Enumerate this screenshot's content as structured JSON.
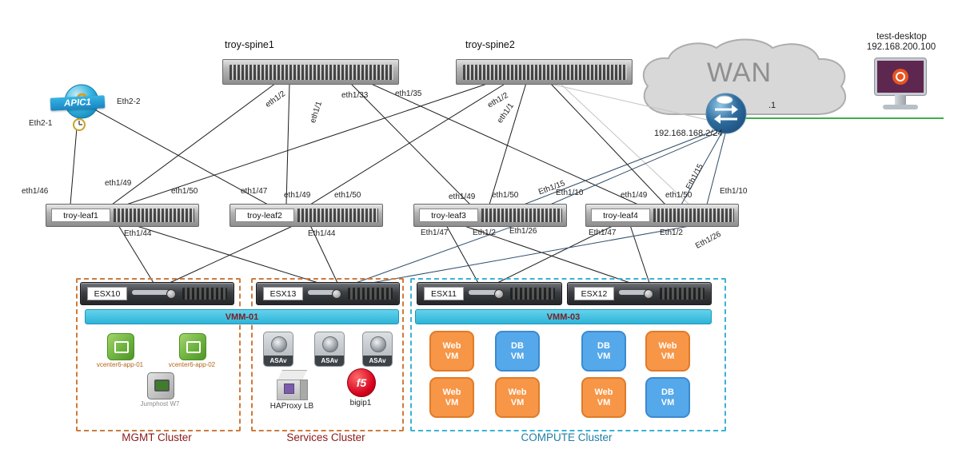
{
  "nodes": {
    "spine1": {
      "name": "troy-spine1"
    },
    "spine2": {
      "name": "troy-spine2"
    },
    "leaf1": {
      "name": "troy-leaf1"
    },
    "leaf2": {
      "name": "troy-leaf2"
    },
    "leaf3": {
      "name": "troy-leaf3"
    },
    "leaf4": {
      "name": "troy-leaf4"
    },
    "apic": {
      "name": "APIC1"
    },
    "wan": {
      "name": "WAN"
    },
    "router": {
      "ip_label": "192.168.168.2/24",
      "interface_label": ".1"
    },
    "desktop": {
      "name": "test-desktop",
      "ip": "192.168.200.100"
    }
  },
  "ports": {
    "spine1": [
      "eth1/2",
      "eth1/1",
      "eth1/33",
      "eth1/35"
    ],
    "spine2": [
      "eth1/2",
      "eth1/1"
    ],
    "apic": [
      "Eth2-1",
      "Eth2-2"
    ],
    "leaf1": {
      "top": [
        "eth1/46",
        "eth1/49",
        "eth1/50"
      ],
      "bottom": [
        "Eth1/44"
      ]
    },
    "leaf2": {
      "top": [
        "eth1/47",
        "eth1/49",
        "eth1/50"
      ],
      "bottom": [
        "Eth1/44"
      ]
    },
    "leaf3": {
      "top": [
        "eth1/49",
        "eth1/50",
        "Eth1/15",
        "Eth1/10"
      ],
      "bottom": [
        "Eth1/47",
        "Eth1/2",
        "Eth1/26"
      ]
    },
    "leaf4": {
      "top": [
        "eth1/49",
        "eth1/50",
        "Eth1/15",
        "Eth1/10"
      ],
      "bottom": [
        "Eth1/47",
        "Eth1/2",
        "Eth1/26"
      ]
    }
  },
  "clusters": {
    "mgmt": {
      "label": "MGMT Cluster",
      "host": "ESX10",
      "vmm": "VMM-01",
      "vms": [
        "vcenter6-app-01",
        "vcenter6-app-02",
        "Jumphost W7"
      ]
    },
    "services": {
      "label": "Services Cluster",
      "host": "ESX13",
      "asav_label": "ASAv",
      "haproxy_label": "HAProxy LB",
      "bigip_label": "bigip1",
      "f5_logo": "f5"
    },
    "compute": {
      "label": "COMPUTE Cluster",
      "hosts": [
        "ESX11",
        "ESX12"
      ],
      "vmm": "VMM-03",
      "vms": [
        {
          "label": "Web VM",
          "type": "web"
        },
        {
          "label": "DB VM",
          "type": "db"
        },
        {
          "label": "DB VM",
          "type": "db"
        },
        {
          "label": "Web VM",
          "type": "web"
        },
        {
          "label": "Web VM",
          "type": "web"
        },
        {
          "label": "Web VM",
          "type": "web"
        },
        {
          "label": "Web VM",
          "type": "web"
        },
        {
          "label": "DB VM",
          "type": "db"
        }
      ]
    }
  },
  "colors": {
    "web_vm": "#f79646",
    "db_vm": "#55a8ea",
    "vmm_bar": "#2fb4d8",
    "cluster_label_red": "#8b1a1a",
    "compute_label_blue": "#1f7ea6",
    "wan_link_green": "#3fae49",
    "f5_red": "#d6001c"
  }
}
